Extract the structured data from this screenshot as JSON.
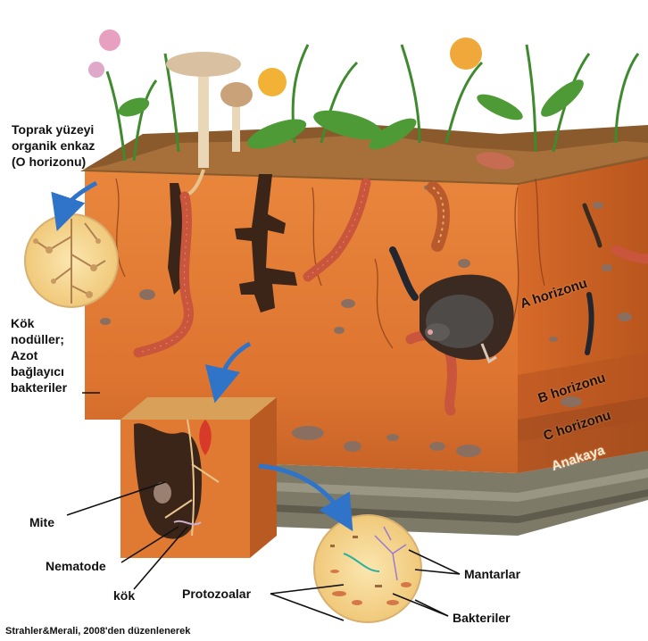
{
  "labels": {
    "o_horizon": [
      "Toprak yüzeyi",
      "organik enkaz",
      "(O horizonu)"
    ],
    "root_nodules": [
      "Kök",
      "nodüller;",
      "Azot",
      "bağlayıcı",
      "bakteriler"
    ],
    "mite": "Mite",
    "nematode": "Nematode",
    "root": "kök",
    "protozoa": "Protozoalar",
    "fungi": "Mantarlar",
    "bacteria": "Bakteriler"
  },
  "horizons": {
    "a": "A horizonu",
    "b": "B horizonu",
    "c": "C horizonu",
    "bedrock": "Anakaya"
  },
  "credit": "Strahler&Merali, 2008'den düzenlenerek",
  "colors": {
    "soil_top": "#e8813a",
    "soil_front": "#e07a33",
    "soil_side": "#c45e22",
    "bedrock": "#7d7a68",
    "arrow": "#2f74c8",
    "worm": "#c8553c"
  }
}
